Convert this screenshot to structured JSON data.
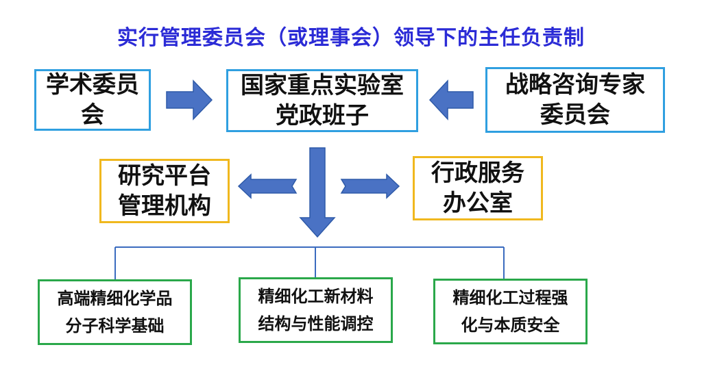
{
  "title": "实行管理委员会（或理事会）领导下的主任负责制",
  "boxes": {
    "academic": {
      "line1": "学术委员",
      "line2": "会"
    },
    "center": {
      "line1": "国家重点实验室",
      "line2": "党政班子"
    },
    "strategy": {
      "line1": "战略咨询专家",
      "line2": "委员会"
    },
    "research": {
      "line1": "研究平台",
      "line2": "管理机构"
    },
    "admin": {
      "line1": "行政服务",
      "line2": "办公室"
    },
    "unit1": {
      "line1": "高端精细化学品",
      "line2": "分子科学基础"
    },
    "unit2": {
      "line1": "精细化工新材料",
      "line2": "结构与性能调控"
    },
    "unit3": {
      "line1": "精细化工过程强",
      "line2": "化与本质安全"
    }
  },
  "colors": {
    "title": "#2b2bd6",
    "arrow": "#4a72c4",
    "arrow_edge": "#2e5aa8",
    "blue_border": "#2f9fe0",
    "yellow_border": "#f0b81e",
    "green_border": "#2aa84a",
    "connector": "#3a6bbf"
  },
  "icons": [
    "arrow-right-icon",
    "arrow-left-icon",
    "arrow-down-icon"
  ]
}
